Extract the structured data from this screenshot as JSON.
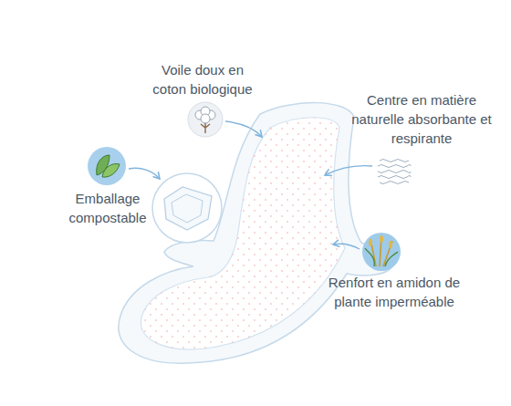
{
  "diagram": {
    "labels": [
      "Voile doux en coton biologique",
      "Centre en matière naturelle absorbante et respirante",
      "Emballage compostable",
      "Renfort en amidon de plante imperméable"
    ]
  }
}
